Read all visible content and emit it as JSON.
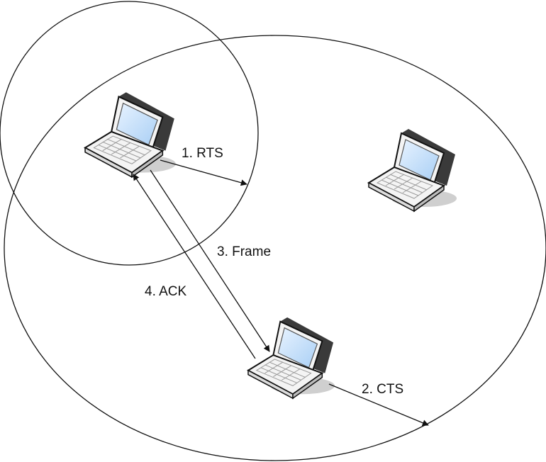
{
  "diagram": {
    "nodes": [
      {
        "id": "sender",
        "icon": "laptop-icon"
      },
      {
        "id": "hidden-station",
        "icon": "laptop-icon"
      },
      {
        "id": "receiver",
        "icon": "laptop-icon"
      }
    ],
    "ranges": [
      {
        "id": "sender-range"
      },
      {
        "id": "receiver-range"
      }
    ],
    "messages": [
      {
        "id": "rts",
        "label": "1. RTS"
      },
      {
        "id": "cts",
        "label": "2. CTS"
      },
      {
        "id": "frame",
        "label": "3. Frame"
      },
      {
        "id": "ack",
        "label": "4. ACK"
      }
    ],
    "colors": {
      "line": "#111111",
      "screen": "#cfe6ff",
      "body": "#f2f2f2",
      "shadow": "#c4c4c4"
    }
  }
}
